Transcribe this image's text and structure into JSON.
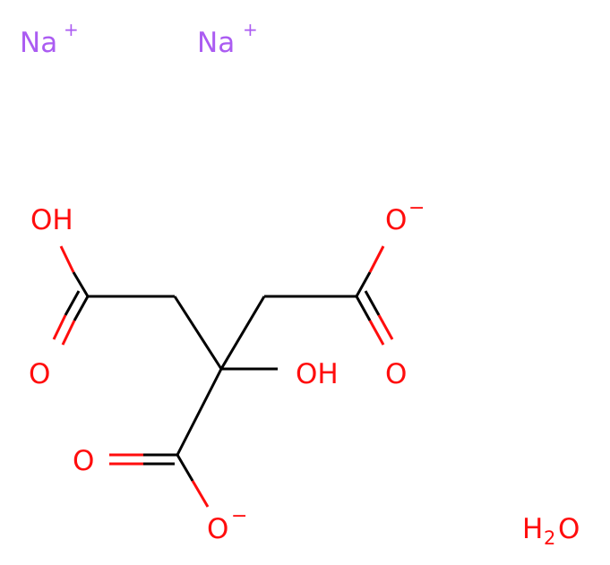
{
  "colors": {
    "bond": "#000000",
    "oxygen": "#ff0d0d",
    "sodium": "#ab5cf2",
    "background": "#ffffff"
  },
  "ions": {
    "na1": {
      "element": "Na",
      "charge": "+"
    },
    "na2": {
      "element": "Na",
      "charge": "+"
    }
  },
  "atoms": {
    "oh_top_left": "OH",
    "o_left_double": "O",
    "oh_center": "OH",
    "o_top_right": "O",
    "o_top_right_charge": "−",
    "o_right_double": "O",
    "o_bottom_double": "O",
    "o_bottom": "O",
    "o_bottom_charge": "−"
  },
  "water": {
    "h": "H",
    "sub": "2",
    "o": "O"
  }
}
